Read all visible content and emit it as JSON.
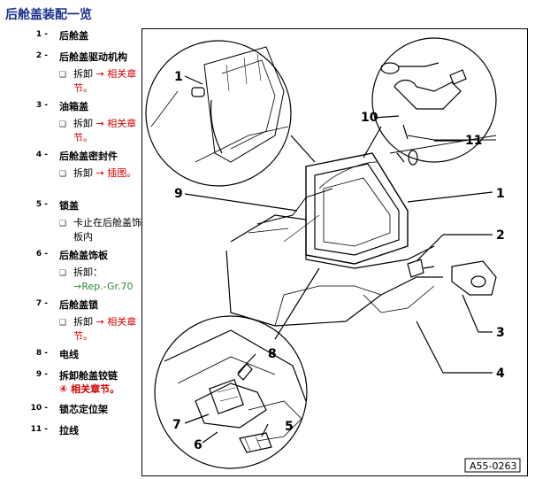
{
  "title": "后舱盖装配一览",
  "items": [
    {
      "num": "1 -",
      "label": "后舱盖"
    },
    {
      "num": "2 -",
      "label": "后舱盖驱动机构",
      "sub": [
        {
          "plain": "拆卸",
          "arrow": " → 相关章节。"
        }
      ]
    },
    {
      "num": "3 -",
      "label": "油箱盖",
      "sub": [
        {
          "plain": "拆卸",
          "arrow": " → 相关章节。"
        }
      ]
    },
    {
      "num": "4 -",
      "label": "后舱盖密封件",
      "sub": [
        {
          "plain": "拆卸",
          "arrow": " → 插图。"
        }
      ]
    },
    {
      "num": "5 -",
      "label": "锁盖",
      "sub": [
        {
          "plain": "卡止在后舱盖饰板内"
        }
      ]
    },
    {
      "num": "6 -",
      "label": "后舱盖饰板",
      "sub": [
        {
          "plain": "拆卸：",
          "link": "→Rep.-Gr.70"
        }
      ]
    },
    {
      "num": "7 -",
      "label": "后舱盖锁",
      "sub": [
        {
          "plain": "拆卸",
          "arrow": " → 相关章节。"
        }
      ]
    },
    {
      "num": "8 -",
      "label": "电线"
    },
    {
      "num": "9 -",
      "label": "拆卸舱盖铰链",
      "label2": "④ 相关章节。"
    },
    {
      "num": "10 -",
      "label": "锁芯定位架"
    },
    {
      "num": "11 -",
      "label": "拉线"
    }
  ],
  "diagram": {
    "callouts": [
      "1",
      "2",
      "3",
      "4",
      "5",
      "6",
      "7",
      "8",
      "9",
      "10",
      "11",
      "1"
    ],
    "ref_code": "A55-0263"
  },
  "colors": {
    "title": "#1a2f8c",
    "link_red": "#d40000",
    "link_green": "#2e8b3d"
  }
}
